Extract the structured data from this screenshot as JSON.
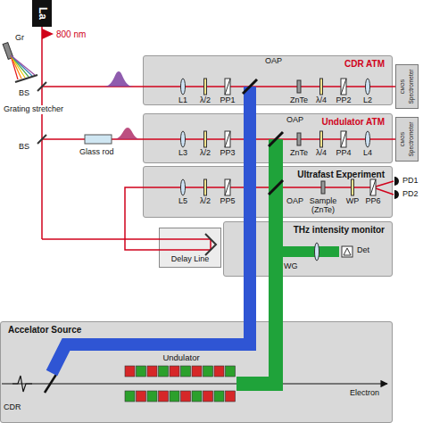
{
  "diagram": {
    "nodes": [
      {
        "text": [
          "La"
        ]
      },
      {
        "text": [
          "CDR ATM"
        ]
      },
      {
        "text": [
          "CMOS",
          "Spectrometer"
        ]
      },
      {
        "text": [
          "Undulator ATM"
        ]
      },
      {
        "text": [
          "CMOS",
          "Spectrometer"
        ]
      },
      {
        "text": [
          "Ultrafast Experiment"
        ]
      },
      {
        "text": [
          "Delay Line"
        ]
      },
      {
        "text": [
          "THz intensity monitor"
        ]
      },
      {
        "text": [
          "Accelator Source"
        ]
      }
    ],
    "edges": [
      {
        "from": 6,
        "to": 5,
        "arrow": "none"
      },
      {
        "from": 8,
        "to": 1,
        "arrow": "none"
      },
      {
        "from": 8,
        "to": 3,
        "arrow": "none"
      },
      {
        "from": 8,
        "to": 5,
        "arrow": "none"
      },
      {
        "from": 8,
        "to": 7,
        "arrow": "none"
      }
    ],
    "labels": [
      "800 nm",
      "Gr",
      "Grating stretcher",
      "BS",
      "BS",
      "Glass rod",
      "L1",
      "λ/2",
      "PP1",
      "OAP",
      "ZnTe",
      "λ/4",
      "PP2",
      "L2",
      "L3",
      "λ/2",
      "PP3",
      "OAP",
      "ZnTe",
      "λ/4",
      "PP4",
      "L4",
      "L5",
      "λ/2",
      "PP5",
      "OAP",
      "Sample (ZnTe)",
      "WP",
      "PP6",
      "PD1",
      "PD2",
      "WG",
      "Det",
      "Undulator",
      "Electron",
      "CDR"
    ]
  }
}
